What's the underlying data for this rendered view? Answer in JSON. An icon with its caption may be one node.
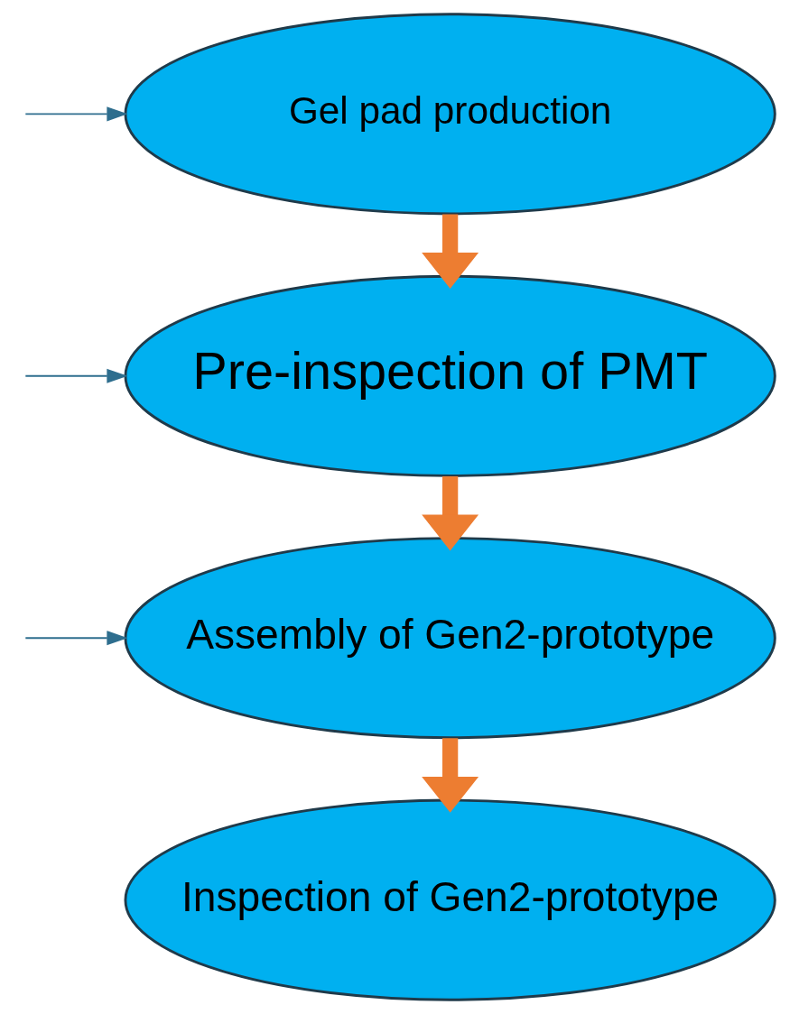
{
  "diagram": {
    "nodes": [
      {
        "text": [
          "Gel pad production"
        ]
      },
      {
        "text": [
          "Pre-inspection of PMT"
        ]
      },
      {
        "text": [
          "Assembly of Gen2-prototype"
        ]
      },
      {
        "text": [
          "Inspection of Gen2-prototype"
        ]
      }
    ],
    "edges": [
      {
        "from": null,
        "to": 0,
        "arrow": "to"
      },
      {
        "from": 0,
        "to": 1,
        "arrow": "to",
        "style": "thick",
        "color": "#ed7d31"
      },
      {
        "from": null,
        "to": 1,
        "arrow": "to"
      },
      {
        "from": 1,
        "to": 2,
        "arrow": "to",
        "style": "thick",
        "color": "#ed7d31"
      },
      {
        "from": null,
        "to": 2,
        "arrow": "to"
      },
      {
        "from": 2,
        "to": 3,
        "arrow": "to",
        "style": "thick",
        "color": "#ed7d31"
      }
    ]
  }
}
